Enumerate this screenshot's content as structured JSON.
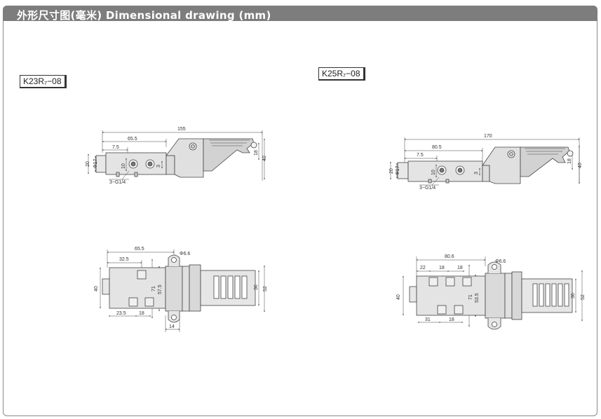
{
  "header": {
    "title": "外形尺寸图(毫米) Dimensional drawing (mm)"
  },
  "left": {
    "model": "K23R₇−08",
    "side": {
      "d155": "155",
      "d65_5": "65.5",
      "d7_5": "7.5",
      "d20": "20",
      "d17": "Φ17",
      "d10": "10",
      "d3": "3",
      "d18": "18",
      "d40": "40",
      "port": "3−G1/4"
    },
    "top": {
      "d65_5": "65.5",
      "hole": "Φ6.6",
      "d32_5": "32.5",
      "d40": "40",
      "d57_5": "57.5",
      "d71": "71",
      "d36": "36",
      "d52": "52",
      "d23_5": "23.5",
      "d18": "18",
      "d14": "14"
    }
  },
  "right": {
    "model": "K25R₇−08",
    "side": {
      "d170": "170",
      "d80_5": "80.5",
      "d7_5": "7.5",
      "d20": "20",
      "d17": "Φ17",
      "d10": "10",
      "d3": "3",
      "d18": "18",
      "d40": "40",
      "port": "3−G1/4"
    },
    "top": {
      "d80_6": "80.6",
      "hole": "Φ6.6",
      "d22": "22",
      "d18a": "18",
      "d18b": "18",
      "d40": "40",
      "d53_5": "53.5",
      "d71": "71",
      "d36": "36",
      "d52": "52",
      "d31": "31",
      "d18c": "18"
    }
  }
}
